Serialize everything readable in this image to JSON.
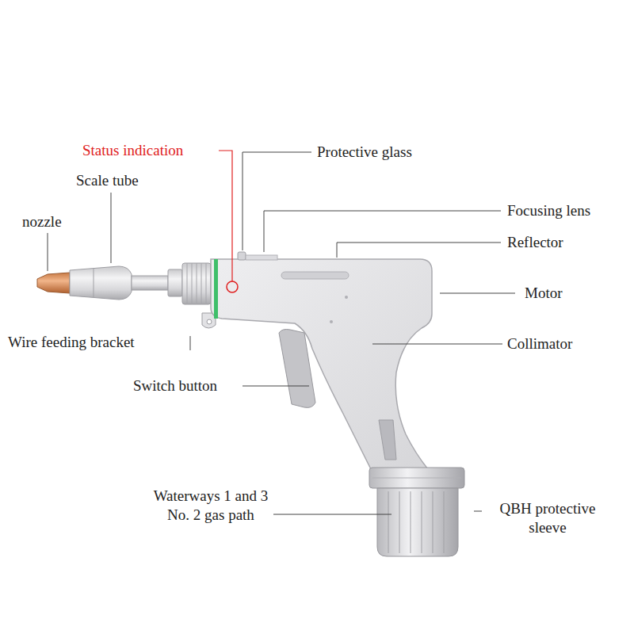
{
  "diagram": {
    "labels": [
      "Status indication",
      "Protective glass",
      "Scale tube",
      "Focusing lens",
      "nozzle",
      "Reflector",
      "Motor",
      "Wire feeding bracket",
      "Collimator",
      "Switch button",
      "Waterways 1 and 3 No. 2 gas path",
      "QBH protective sleeve"
    ]
  }
}
